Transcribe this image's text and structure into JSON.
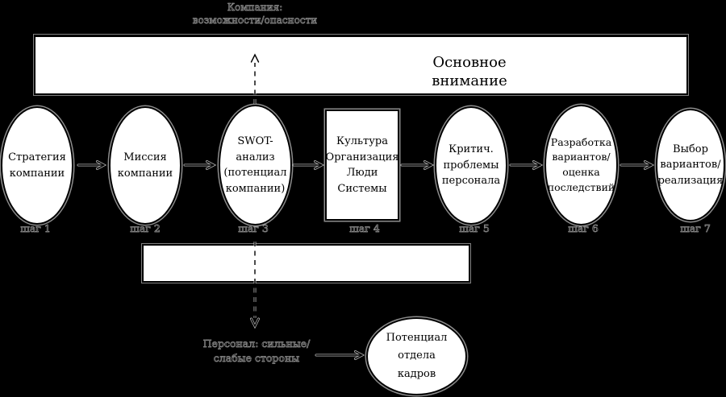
{
  "diagram": {
    "top_annotation": "Компания:\nвозможности/опасности",
    "focus_banner": "Основное\nвнимание",
    "steps": [
      {
        "text": "Стратегия\nкомпании",
        "label": "шаг 1"
      },
      {
        "text": "Миссия\nкомпании",
        "label": "шаг 2"
      },
      {
        "text": "SWOT-\nанализ\n(потенциал\nкомпании)",
        "label": "шаг 3"
      },
      {
        "text": "Культура\nОрганизация\nЛюди\nСистемы",
        "label": "шаг 4"
      },
      {
        "text": "Критич.\nпроблемы\nперсонала",
        "label": "шаг 5"
      },
      {
        "text": "Разработка\nвариантов/\nоценка\nпоследствий",
        "label": "шаг 6"
      },
      {
        "text": "Выбор\nвариантов/\nреализация",
        "label": "шаг 7"
      }
    ],
    "bottom_annotation": "Персонал: сильные/\nслабые стороны",
    "hr_potential": "Потенциал отдела\nкадров",
    "colors": {
      "background": "#000000",
      "shape_fill": "#ffffff",
      "line": "#000000"
    }
  }
}
